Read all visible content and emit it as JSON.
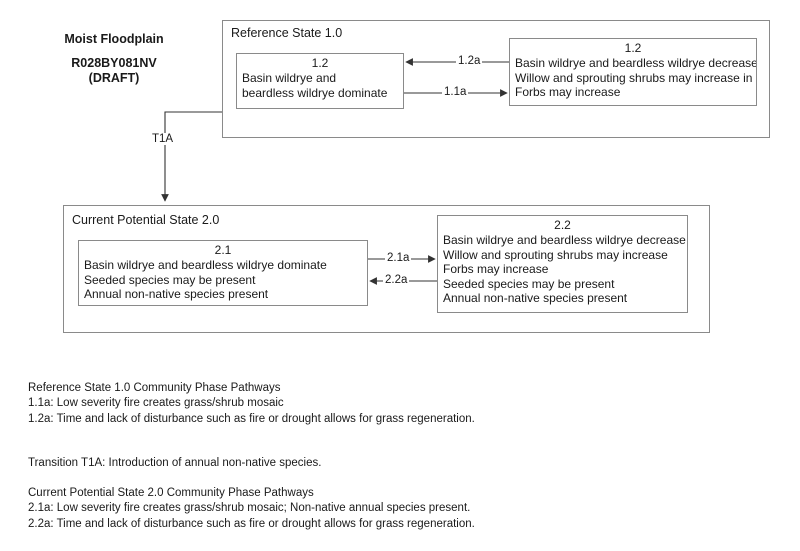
{
  "title_block": {
    "line1": "Moist Floodplain",
    "line2": "R028BY081NV",
    "line3": "(DRAFT)"
  },
  "colors": {
    "border": "#8a8a8a",
    "text": "#1a1a1a",
    "background": "#ffffff",
    "wire": "#333333"
  },
  "states": [
    {
      "id": "reference-state",
      "label": "Reference State 1.0",
      "phases": [
        {
          "id": "phase-1-2-left",
          "number": "1.2",
          "lines": [
            "Basin wildrye and",
            "beardless wildrye dominate"
          ]
        },
        {
          "id": "phase-1-2-right",
          "number": "1.2",
          "lines": [
            "Basin wildrye and beardless wildrye decrease",
            "Willow and sprouting shrubs may increase in",
            "Forbs may increase"
          ]
        }
      ]
    },
    {
      "id": "current-potential-state",
      "label": "Current Potential State 2.0",
      "phases": [
        {
          "id": "phase-2-1",
          "number": "2.1",
          "lines": [
            "Basin wildrye and beardless wildrye dominate",
            "Seeded species may be present",
            "Annual non-native species present"
          ]
        },
        {
          "id": "phase-2-2",
          "number": "2.2",
          "lines": [
            "Basin wildrye and beardless wildrye decrease",
            "Willow and sprouting shrubs may increase",
            "Forbs may increase",
            "Seeded species may be present",
            "Annual non-native species present"
          ]
        }
      ]
    }
  ],
  "pathway_arrows": {
    "p_1_2a": "1.2a",
    "p_1_1a": "1.1a",
    "p_2_1a": "2.1a",
    "p_2_2a": "2.2a",
    "transition_t1a": "T1A"
  },
  "legend": {
    "reference_pathways": {
      "heading": "Reference State 1.0 Community Phase Pathways",
      "items": [
        "1.1a: Low severity fire creates grass/shrub mosaic",
        "1.2a: Time and lack of disturbance such as fire or drought allows for grass regeneration."
      ]
    },
    "transition": {
      "text": "Transition T1A: Introduction of annual non-native species."
    },
    "current_potential_pathways": {
      "heading": "Current Potential State 2.0 Community Phase Pathways",
      "items": [
        "2.1a: Low severity fire creates grass/shrub mosaic; Non-native annual species present.",
        "2.2a: Time and lack of disturbance such as fire or drought allows for grass regeneration."
      ]
    }
  }
}
